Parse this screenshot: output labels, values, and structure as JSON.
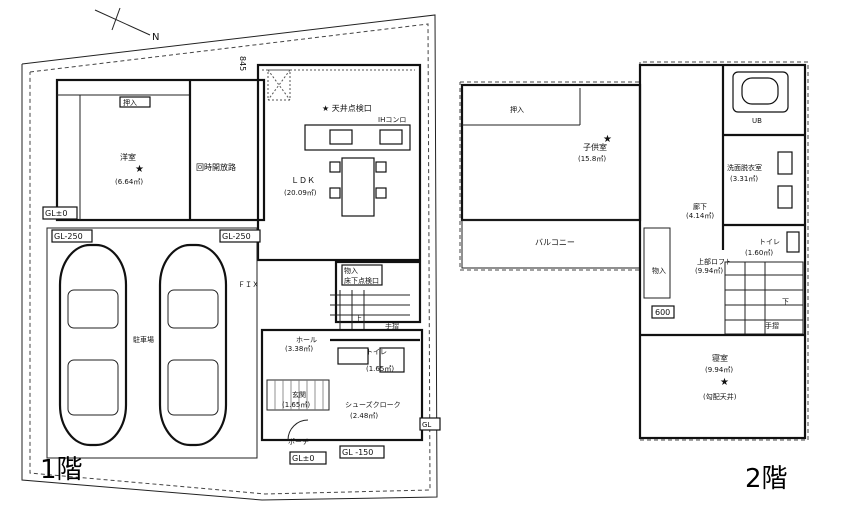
{
  "floor1": {
    "label": "1階",
    "rooms": {
      "western": "洋室",
      "western_area": "(6.64㎡)",
      "closet": "押入",
      "open_room": "回時開放路",
      "ldk": "ＬＤＫ",
      "ldk_area": "(20.09㎡)",
      "ceiling_hatch": "★ 天井点検口",
      "ih": "IHコンロ",
      "underfloor": "床下点検口",
      "storage": "物入",
      "fix": "ＦＩＸ",
      "hall": "ホール",
      "hall_area": "(3.38㎡)",
      "toilet": "トイレ",
      "toilet_area": "(1.65㎡)",
      "entrance": "玄関",
      "entrance_area": "(1.65㎡)",
      "shoes_closet": "シューズクローク",
      "shoes_area": "(2.48㎡)",
      "parking": "駐車場",
      "handrail": "手摺",
      "stair_up": "上",
      "porch": "ポーチ"
    },
    "levels": {
      "gl_pm0_left": "GL±0",
      "gl_m250_a": "GL-250",
      "gl_m250_b": "GL-250",
      "gl_pm0_bottom": "GL±0",
      "gl_m150": "GL -150",
      "gl_right": "GL"
    },
    "dims": {
      "d845": "845"
    }
  },
  "floor2": {
    "label": "2階",
    "rooms": {
      "closet": "押入",
      "kids": "子供室",
      "kids_area": "(15.8㎡)",
      "balcony": "バルコニー",
      "ub": "UB",
      "washroom": "洗面脱衣室",
      "washroom_area": "(3.31㎡)",
      "corridor": "廊下",
      "corridor_area": "(4.14㎡)",
      "toilet": "トイレ",
      "toilet_area": "(1.60㎡)",
      "storage": "物入",
      "top_closet": "上部ロフト",
      "top_closet_area": "(9.94㎡)",
      "stair_down": "下",
      "handrail": "手摺",
      "bedroom": "寝室",
      "bedroom_area": "(9.94㎡)",
      "loft_note": "(勾配天井)",
      "bed_label": "寝室",
      "dim600": "600"
    }
  },
  "compass": {
    "north": "N"
  },
  "colors": {
    "line": "#111111",
    "background": "#ffffff"
  }
}
